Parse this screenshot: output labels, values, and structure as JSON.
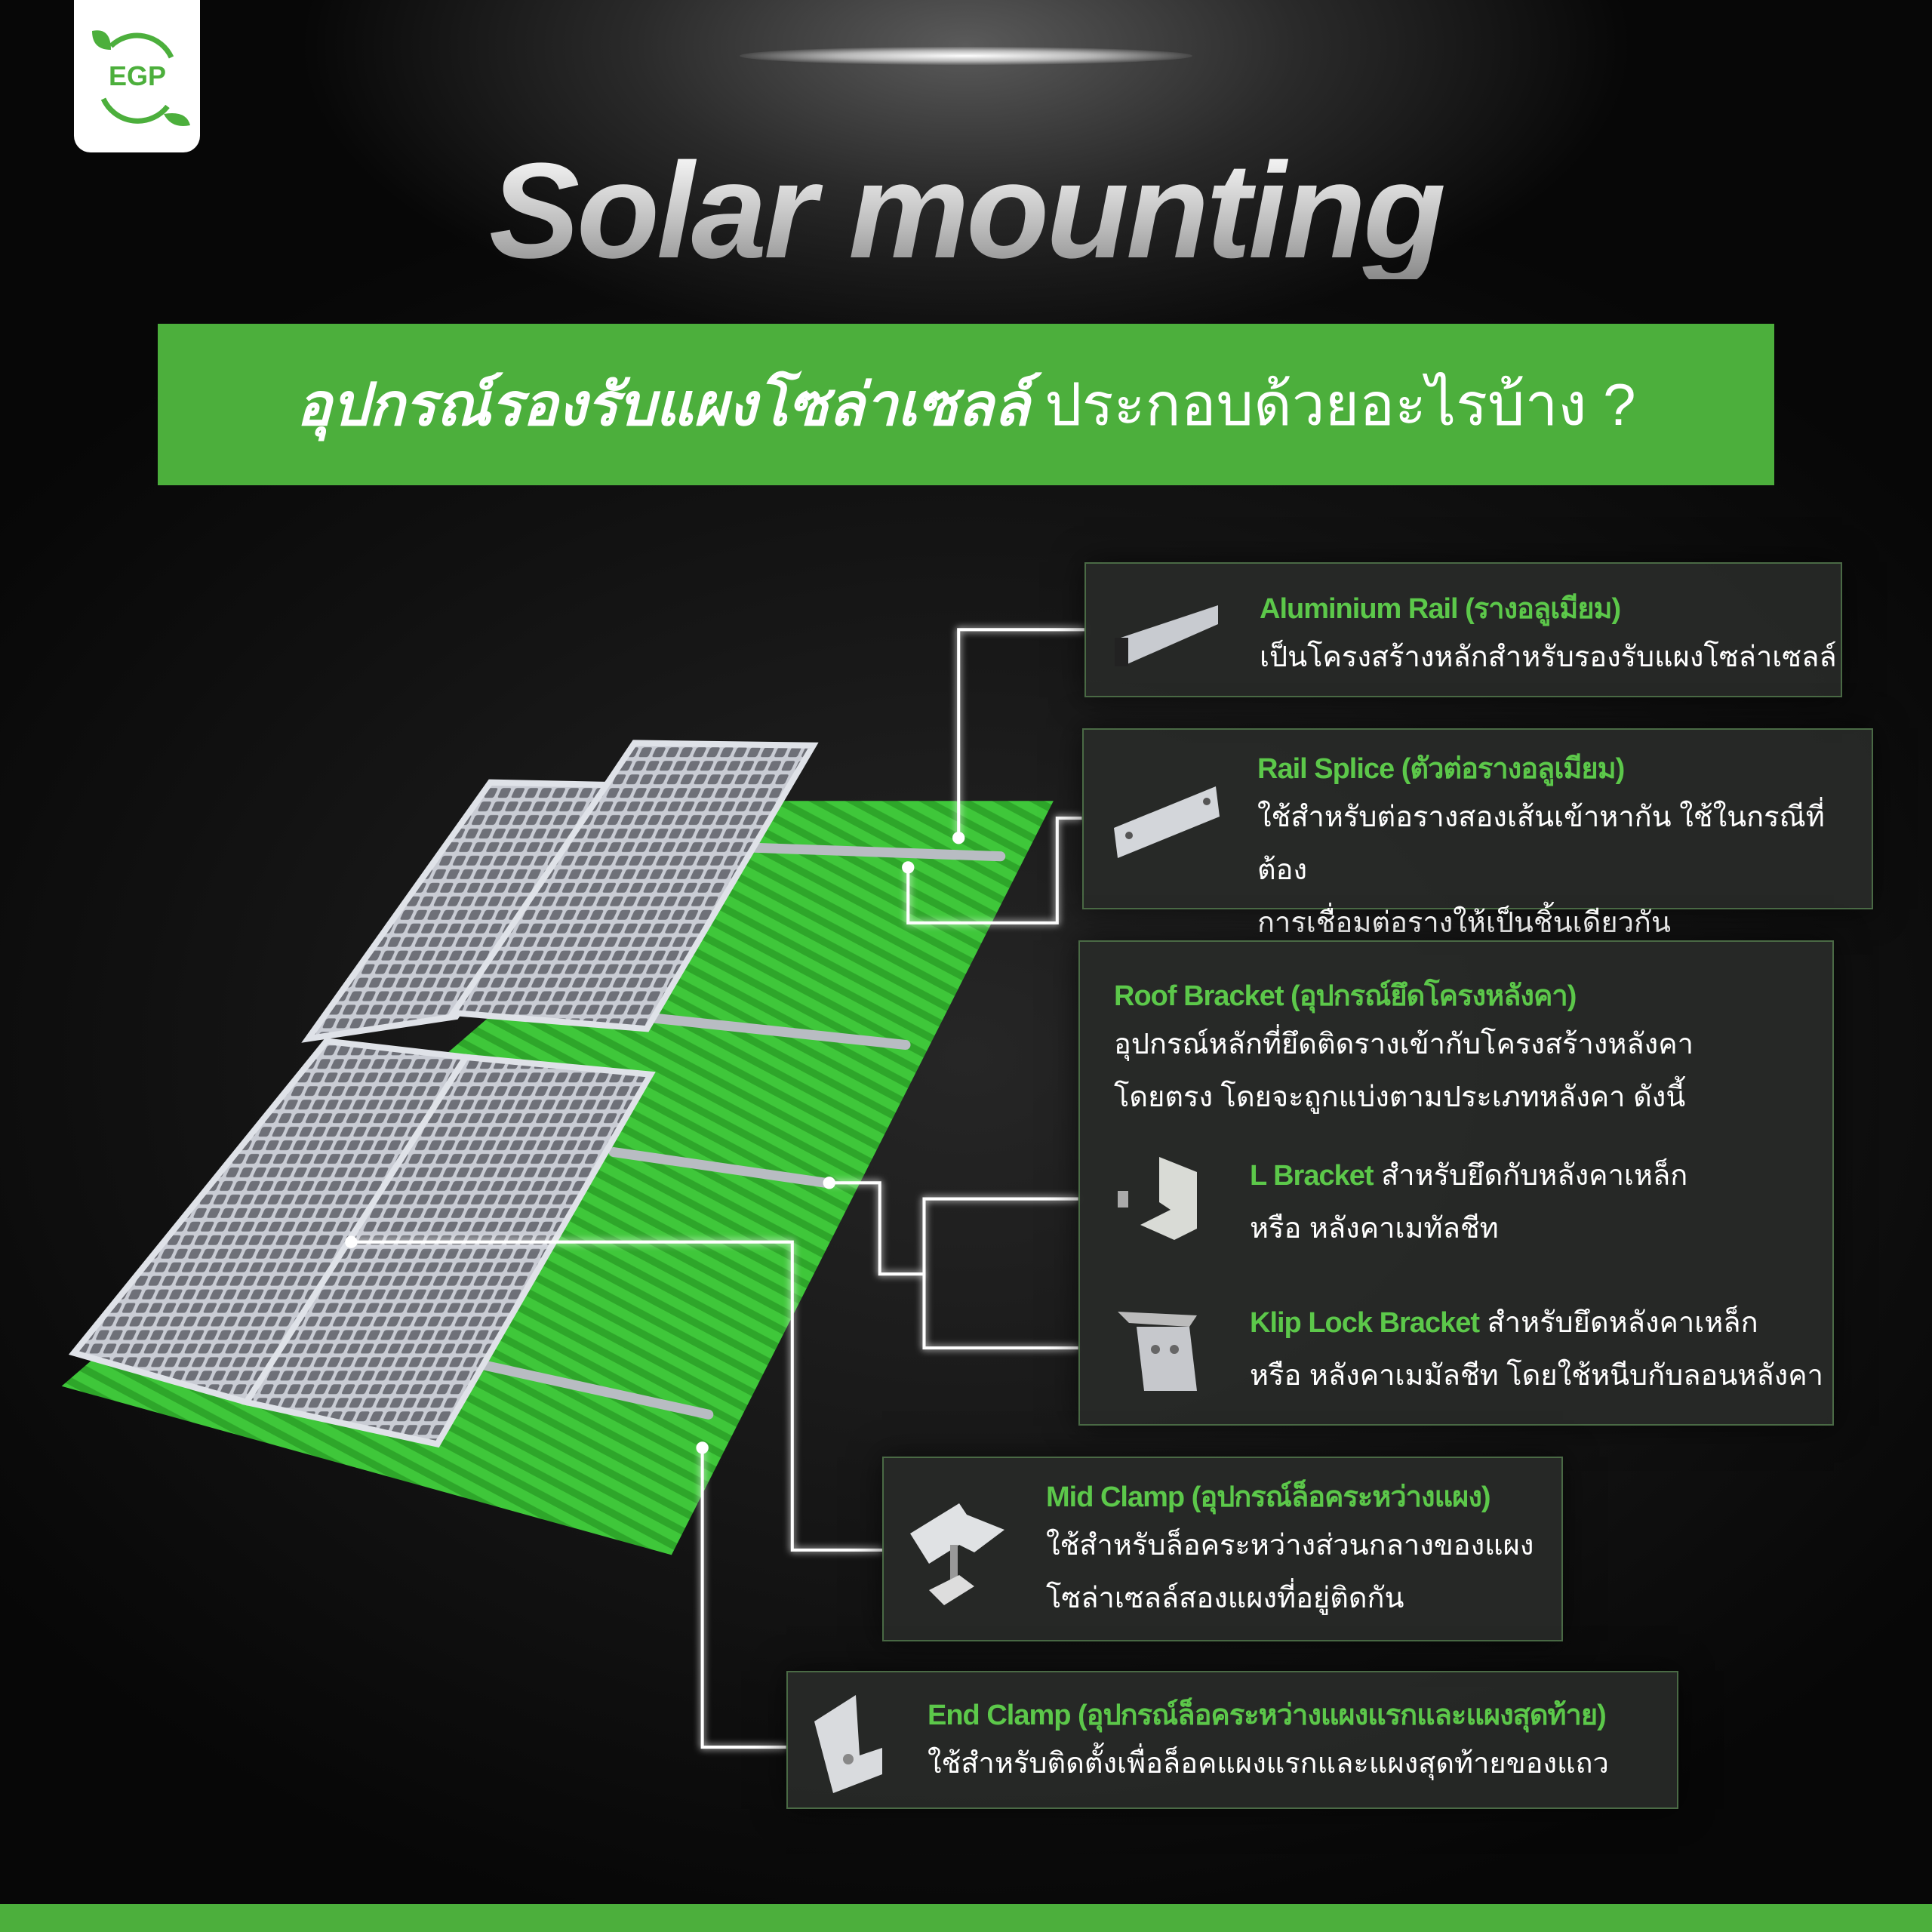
{
  "logo": {
    "text": "EGP",
    "icon": "leaf-recycle-logo"
  },
  "title": "Solar mounting",
  "banner": {
    "bold": "อุปกรณ์รองรับแผงโซล่าเซลล์",
    "rest": "ประกอบด้วยอะไรบ้าง ?"
  },
  "colors": {
    "accent": "#4caf3c",
    "heading": "#5cc84a",
    "roof": "#3fc73a",
    "background": "#0a0a0a"
  },
  "items": [
    {
      "title": "Aluminium Rail (รางอลูเมียม)",
      "lines": [
        "เป็นโครงสร้างหลักสำหรับรองรับแผงโซล่าเซลล์"
      ],
      "icon": "aluminium-rail-image"
    },
    {
      "title": "Rail Splice (ตัวต่อรางอลูเมียม)",
      "lines": [
        "ใช้สำหรับต่อรางสองเส้นเข้าหากัน ใช้ในกรณีที่ต้อง",
        "การเชื่อมต่อรางให้เป็นชิ้นเดียวกัน"
      ],
      "icon": "rail-splice-image"
    },
    {
      "title": "Roof Bracket (อุปกรณ์ยึดโครงหลังคา)",
      "lines": [
        "อุปกรณ์หลักที่ยึดติดรางเข้ากับโครงสร้างหลังคา",
        "โดยตรง โดยจะถูกแบ่งตามประเภทหลังคา ดังนี้"
      ],
      "sub": [
        {
          "name": "L Bracket",
          "desc1": "สำหรับยึดกับหลังคาเหล็ก",
          "desc2": "หรือ หลังคาเมทัลชีท",
          "icon": "l-bracket-image"
        },
        {
          "name": "Klip Lock Bracket",
          "desc1": "สำหรับยึดหลังคาเหล็ก",
          "desc2": "หรือ หลังคาเมมัลชีท โดยใช้หนีบกับลอนหลังคา",
          "icon": "klip-lock-bracket-image"
        }
      ]
    },
    {
      "title": "Mid Clamp (อุปกรณ์ล็อคระหว่างแผง)",
      "lines": [
        "ใช้สำหรับล็อคระหว่างส่วนกลางของแผง",
        "โซล่าเซลล์สองแผงที่อยู่ติดกัน"
      ],
      "icon": "mid-clamp-image"
    },
    {
      "title": "End Clamp (อุปกรณ์ล็อคระหว่างแผงแรกและแผงสุดท้าย)",
      "lines": [
        "ใช้สำหรับติดตั้งเพื่อล็อคแผงแรกและแผงสุดท้ายของแถว"
      ],
      "icon": "end-clamp-image"
    }
  ]
}
